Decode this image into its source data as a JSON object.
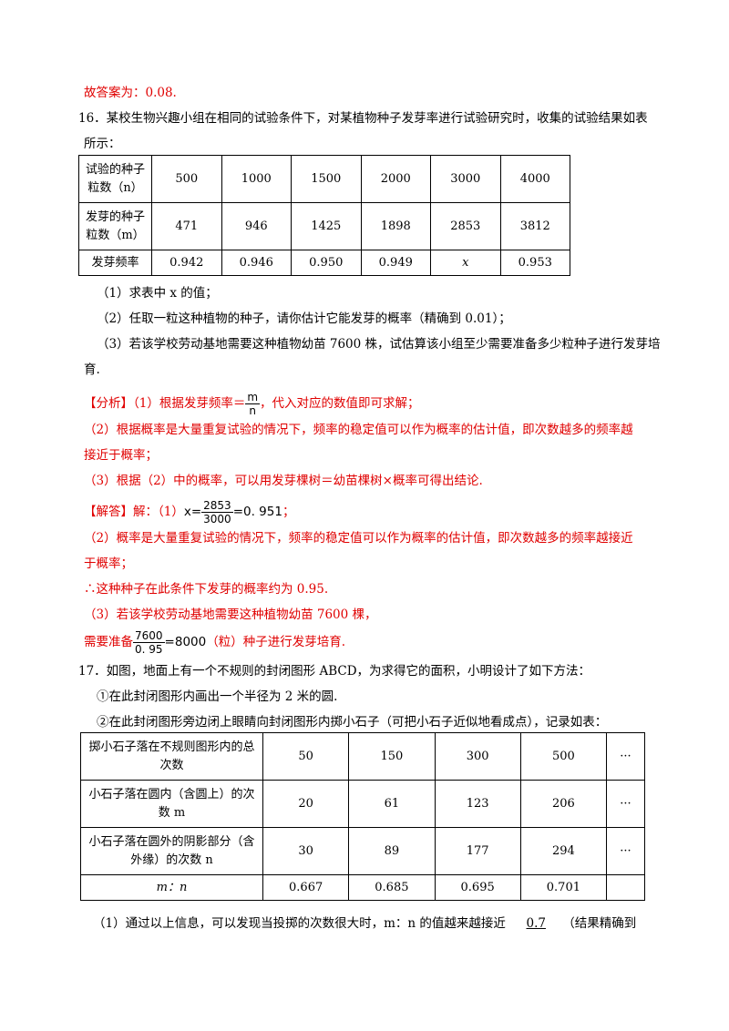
{
  "prev_answer": "故答案为：0.08.",
  "q16": {
    "stem_1": "16．某校生物兴趣小组在相同的试验条件下，对某植物种子发芽率进行试验研究时，收集的试验结果如表",
    "stem_2": "所示：",
    "table": {
      "row1_head": "试验的种子粒数（n）",
      "row1": [
        "500",
        "1000",
        "1500",
        "2000",
        "3000",
        "4000"
      ],
      "row2_head": "发芽的种子粒数（m）",
      "row2": [
        "471",
        "946",
        "1425",
        "1898",
        "2853",
        "3812"
      ],
      "row3_head": "发芽频率",
      "row3": [
        "0.942",
        "0.946",
        "0.950",
        "0.949",
        "x",
        "0.953"
      ]
    },
    "sub1": "（1）求表中 x 的值；",
    "sub2": "（2）任取一粒这种植物的种子，请你估计它能发芽的概率（精确到 0.01）；",
    "sub3_1": "（3）若该学校劳动基地需要这种植物幼苗 7600 株，试估算该小组至少需要准备多少粒种子进行发芽培",
    "sub3_2": "育.",
    "analysis_tag": "【分析】",
    "analysis_1a": "（1）根据发芽频率＝",
    "analysis_frac_num": "m",
    "analysis_frac_den": "n",
    "analysis_1b": "，代入对应的数值即可求解；",
    "analysis_2a": "（2）根据概率是大量重复试验的情况下，频率的稳定值可以作为概率的估计值，即次数越多的频率越",
    "analysis_2b": "接近于概率；",
    "analysis_3": "（3）根据（2）中的概率，可以用发芽棵树＝幼苗棵树×概率可得出结论.",
    "solution_tag": "【解答】",
    "solution_1a": "解：（1）",
    "solution_x": "x=",
    "solution_frac_num": "2853",
    "solution_frac_den": "3000",
    "solution_result": "=0. 951",
    "solution_1b": "；",
    "solution_2a": "（2）概率是大量重复试验的情况下，频率的稳定值可以作为概率的估计值，即次数越多的频率越接近",
    "solution_2b": "于概率；",
    "solution_2c": "∴这种种子在此条件下发芽的概率约为 0.95.",
    "solution_3a": "（3）若该学校劳动基地需要这种植物幼苗 7600 棵，",
    "solution_3b_pre": "需要准备",
    "solution_3b_num": "7600",
    "solution_3b_den": "0. 95",
    "solution_3b_res": "=8000",
    "solution_3b_post": "（粒）种子进行发芽培育."
  },
  "q17": {
    "stem": "17．如图，地面上有一个不规则的封闭图形 ABCD，为求得它的面积，小明设计了如下方法：",
    "step1": "①在此封闭图形内画出一个半径为 2 米的圆.",
    "step2": "②在此封闭图形旁边闭上眼睛向封闭图形内掷小石子（可把小石子近似地看成点），记录如表：",
    "table": {
      "row1_head": "掷小石子落在不规则图形内的总次数",
      "row1": [
        "50",
        "150",
        "300",
        "500",
        "···"
      ],
      "row2_head": "小石子落在圆内（含圆上）的次数 m",
      "row2": [
        "20",
        "61",
        "123",
        "206",
        "···"
      ],
      "row3_head": "小石子落在圆外的阴影部分（含外缘）的次数 n",
      "row3": [
        "30",
        "89",
        "177",
        "294",
        "···"
      ],
      "row4_head": "m：n",
      "row4": [
        "0.667",
        "0.685",
        "0.695",
        "0.701",
        ""
      ]
    },
    "sub1_pre": "（1）通过以上信息，可以发现当投掷的次数很大时，m：n 的值越来越接近",
    "sub1_blank": "0.7",
    "sub1_post": "（结果精确到"
  }
}
